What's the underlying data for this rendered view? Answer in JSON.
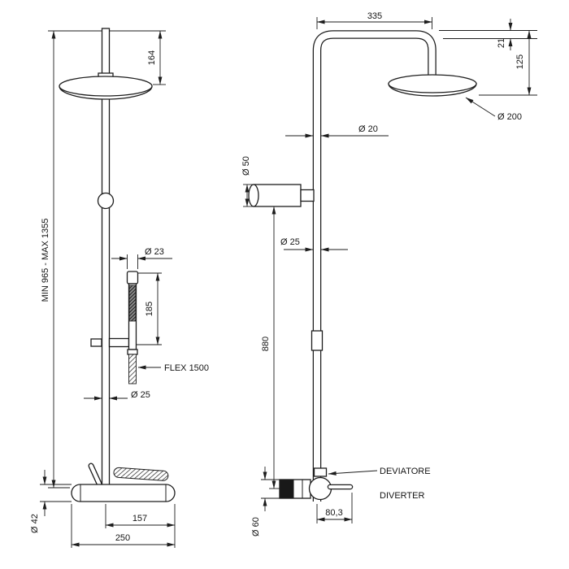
{
  "drawing": {
    "title": "shower-column-dimension-drawing",
    "background": "#ffffff",
    "line_color": "#1d1d1d",
    "front_view": {
      "dim_head_offset": "164",
      "dim_height_range": "MIN 965 - MAX 1355",
      "dim_handshower_diameter": "Ø 23",
      "dim_handshower_length": "185",
      "label_flex": "FLEX 1500",
      "dim_column_diameter": "Ø 25",
      "dim_mixer_body_diameter": "Ø 42",
      "dim_spout_projection": "157",
      "dim_mixer_width": "250"
    },
    "side_view": {
      "dim_arm_projection": "335",
      "dim_head_edge": "21",
      "dim_head_drop": "125",
      "dim_head_diameter": "Ø 200",
      "dim_column_diameter_top": "Ø 20",
      "dim_bracket_diameter": "Ø 50",
      "dim_column_diameter_mid": "Ø 25",
      "dim_column_height": "880",
      "label_diverter_it": "DEVIATORE",
      "label_diverter_en": "DIVERTER",
      "dim_mixer_depth": "80,3",
      "dim_mixer_diameter": "Ø 60"
    }
  }
}
